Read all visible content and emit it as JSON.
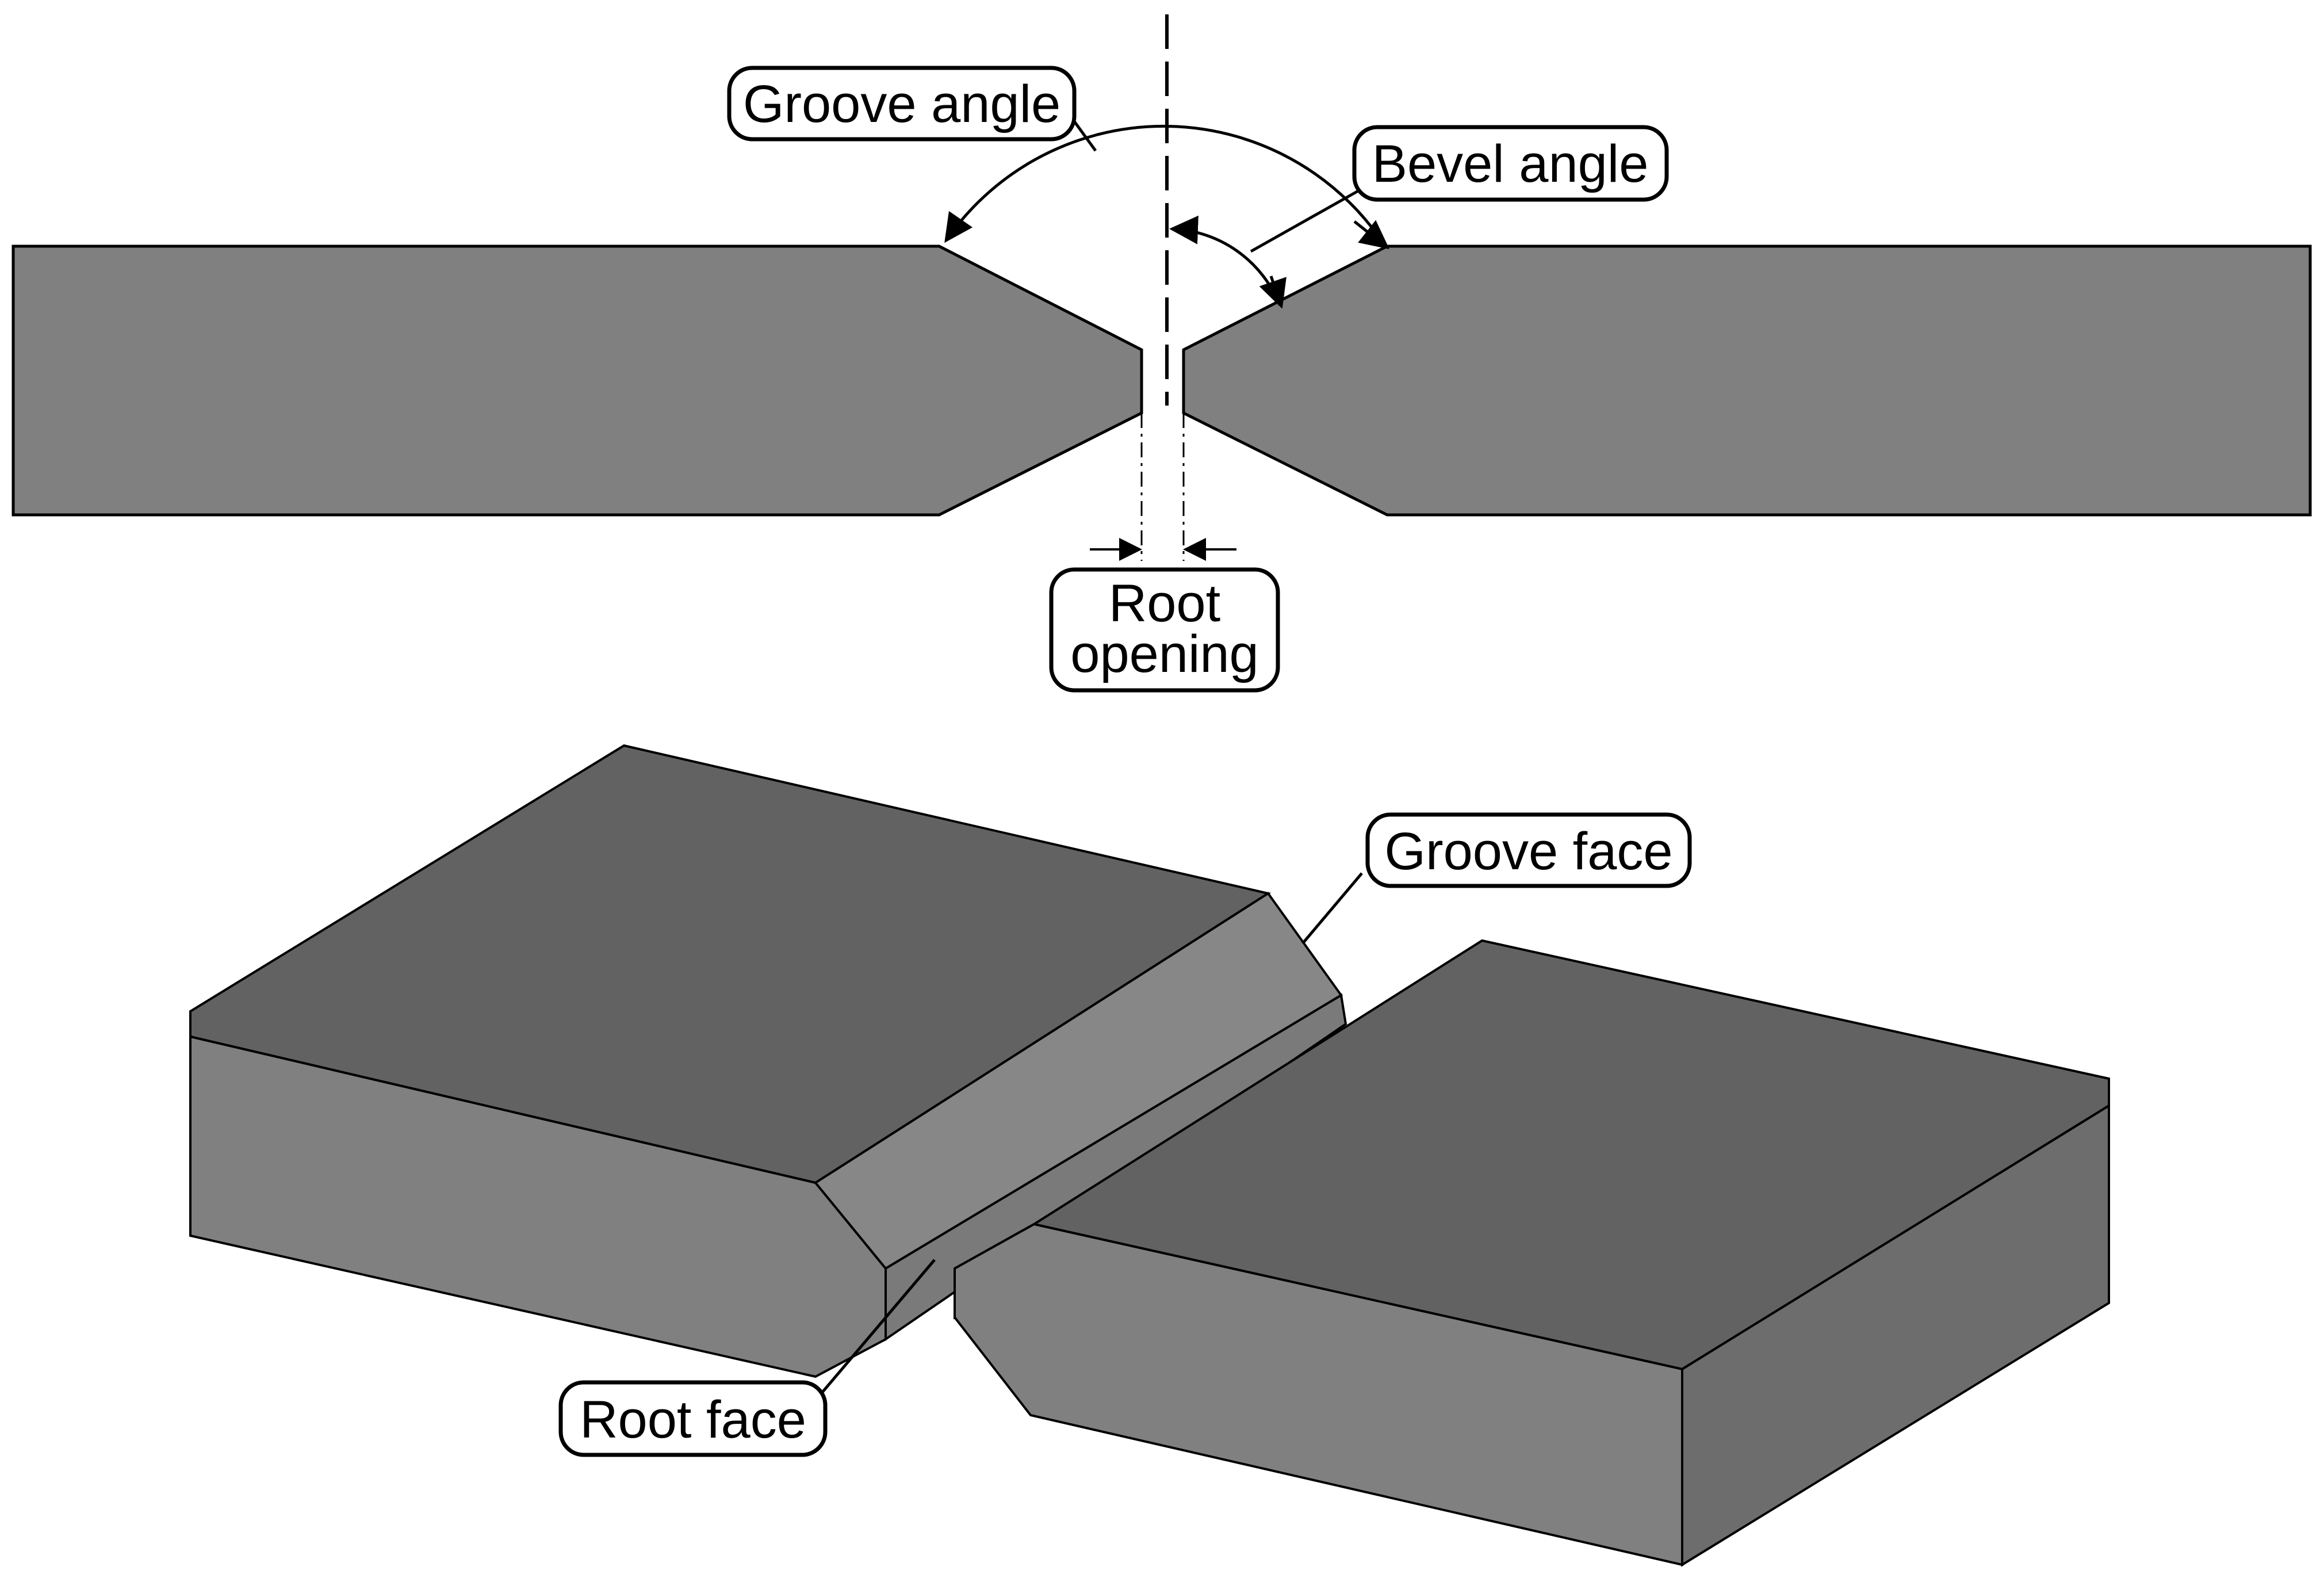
{
  "labels": {
    "groove_angle": "Groove angle",
    "bevel_angle": "Bevel angle",
    "root_opening_line1": "Root",
    "root_opening_line2": "opening",
    "groove_face": "Groove face",
    "root_face": "Root face"
  },
  "colors": {
    "plate_side": "#808080",
    "plate_top": "#626262",
    "groove_face": "#878787",
    "outline": "#000000",
    "background": "#ffffff"
  }
}
